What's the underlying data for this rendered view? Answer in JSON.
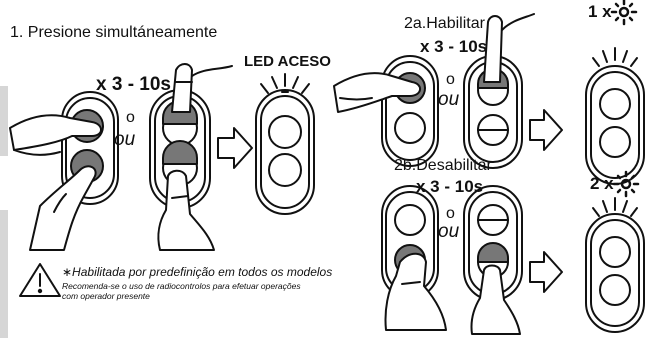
{
  "step1": {
    "title": "1. Presione simultáneamente",
    "repeat": "x 3 - 10s",
    "or_es": "o",
    "or_pt": "ou",
    "led": "LED ACESO"
  },
  "step2a": {
    "title": "2a.Habilitar",
    "repeat": "x 3 - 10s",
    "or_es": "o",
    "or_pt": "ou",
    "blink": "1 x"
  },
  "step2b": {
    "title": "2b.Desabilitar",
    "repeat": "x 3 - 10s",
    "or_es": "o",
    "or_pt": "ou",
    "blink": "2 x"
  },
  "note": {
    "line1": "∗Habilitada por predefinição em todos os modelos",
    "line2": "Recomenda-se o uso de radiocontrolos para efetuar operações",
    "line3": "com operador presente"
  }
}
